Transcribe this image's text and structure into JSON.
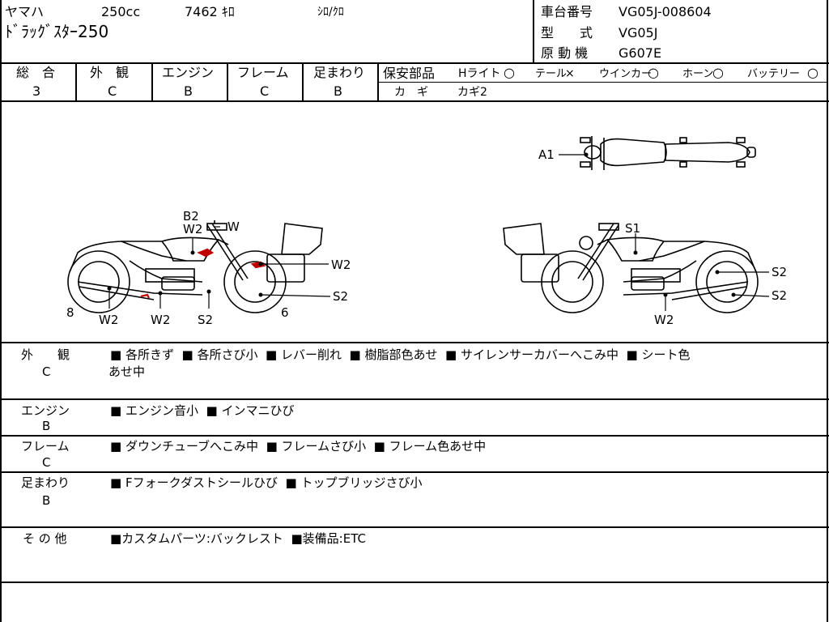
{
  "header": {
    "maker": "ヤマハ",
    "displacement": "250cc",
    "mileage": "7462 ｷﾛ",
    "color": "ｼﾛ/ｸﾛ",
    "model_name": "ﾄﾞﾗｯｸﾞｽﾀｰ250",
    "frame_number_label": "車台番号",
    "frame_number": "VG05J-008604",
    "type_label": "型　　式",
    "type": "VG05J",
    "engine_label": "原 動 機",
    "engine": "G607E"
  },
  "grades": {
    "overall_label": "総　合",
    "overall": "3",
    "exterior_label": "外　観",
    "exterior": "C",
    "engine_label": "エンジン",
    "engine": "B",
    "frame_label": "フレーム",
    "frame": "C",
    "suspension_label": "足まわり",
    "suspension": "B"
  },
  "safety_parts": {
    "label": "保安部品",
    "headlight_label": "Hライト",
    "headlight": "○",
    "taillight_label": "テール",
    "taillight": "×",
    "winker_label": "ウインカー",
    "winker": "○",
    "horn_label": "ホーン",
    "horn": "○",
    "battery_label": "バッテリー",
    "battery": "○",
    "key_label": "カ　ギ",
    "key": "カギ2"
  },
  "diagram_labels": {
    "top_a1": "A1",
    "left_b2": "B2",
    "left_w2_top": "W2",
    "left_w": "W",
    "left_w2_right": "W2",
    "left_s2_right": "S2",
    "left_8": "8",
    "left_6": "6",
    "left_w2_bottom1": "W2",
    "left_w2_bottom2": "W2",
    "left_s2_bottom": "S2",
    "right_s1": "S1",
    "right_s2_upper": "S2",
    "right_s2_lower": "S2",
    "right_w2_bottom": "W2"
  },
  "notes": {
    "exterior_label": "外　　観",
    "exterior_grade": "C",
    "exterior_items": [
      "■ 各所きず",
      "■ 各所さび小",
      "■ レバー削れ",
      "■ 樹脂部色あせ",
      "■ サイレンサーカバーへこみ中",
      "■ シート色"
    ],
    "exterior_cont": "あせ中",
    "engine_label": "エンジン",
    "engine_grade": "B",
    "engine_items": [
      "■ エンジン音小",
      "■ インマニひび"
    ],
    "frame_label": "フレーム",
    "frame_grade": "C",
    "frame_items": [
      "■ ダウンチューブへこみ中",
      "■ フレームさび小",
      "■ フレーム色あせ中"
    ],
    "suspension_label": "足まわり",
    "suspension_grade": "B",
    "suspension_items": [
      "■ Fフォークダストシールひび",
      "■ トップブリッジさび小"
    ],
    "other_label": "そ の 他",
    "other_items": [
      "■カスタムパーツ:バックレスト",
      "■装備品:ETC"
    ]
  }
}
